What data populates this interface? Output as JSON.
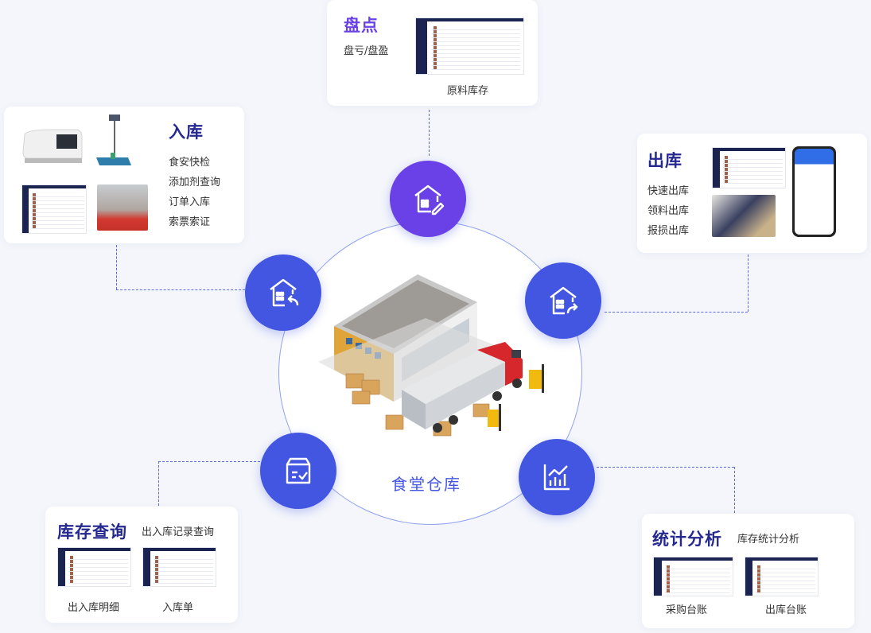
{
  "center": {
    "label": "食堂仓库"
  },
  "colors": {
    "node_blue": "#4356e2",
    "node_purple": "#6a41e6",
    "title_navy": "#24288f",
    "title_purple": "#6a41e6"
  },
  "inventory_check": {
    "title": "盘点",
    "subtitle": "盘亏/盘盈",
    "caption": "原料库存",
    "icon": "house-edit-icon"
  },
  "stock_in": {
    "title": "入库",
    "items": [
      "食安快检",
      "添加剂查询",
      "订单入库",
      "索票索证"
    ],
    "icon": "house-return-icon"
  },
  "stock_out": {
    "title": "出库",
    "items": [
      "快速出库",
      "领料出库",
      "报损出库"
    ],
    "icon": "house-forward-icon"
  },
  "stock_query": {
    "title": "库存查询",
    "subtitle": "出入库记录查询",
    "captions": [
      "出入库明细",
      "入库单"
    ],
    "icon": "box-check-icon"
  },
  "statistics": {
    "title": "统计分析",
    "subtitle": "库存统计分析",
    "captions": [
      "采购台账",
      "出库台账"
    ],
    "icon": "bar-chart-icon"
  }
}
